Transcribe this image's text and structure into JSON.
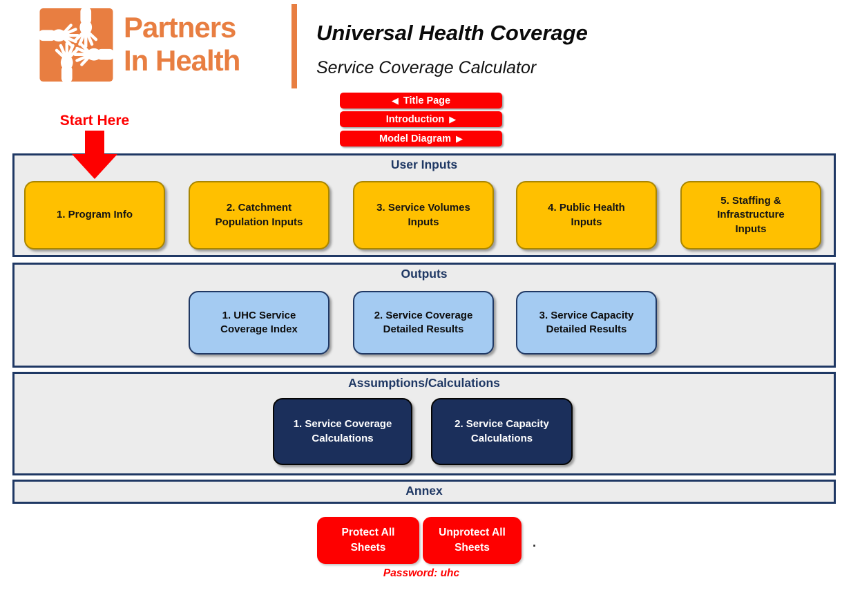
{
  "header": {
    "brand": {
      "line1": "Partners",
      "line2": "In Health"
    },
    "title": "Universal Health Coverage",
    "subtitle": "Service Coverage Calculator"
  },
  "nav": {
    "items": [
      {
        "label": "Title Page",
        "icon_left": "◀"
      },
      {
        "label": "Introduction",
        "icon_right": "▶"
      },
      {
        "label": "Model Diagram",
        "icon_right": "▶"
      }
    ]
  },
  "start_here": {
    "label": "Start Here"
  },
  "sections": {
    "user_inputs": {
      "title": "User Inputs",
      "buttons": [
        {
          "label": "1. Program Info"
        },
        {
          "label": "2. Catchment\nPopulation Inputs"
        },
        {
          "label": "3. Service Volumes\nInputs"
        },
        {
          "label": "4. Public Health\nInputs"
        },
        {
          "label": "5. Staffing &\nInfrastructure\nInputs"
        }
      ]
    },
    "outputs": {
      "title": "Outputs",
      "buttons": [
        {
          "label": "1. UHC Service\nCoverage Index"
        },
        {
          "label": "2. Service Coverage\nDetailed Results"
        },
        {
          "label": "3. Service Capacity\nDetailed Results"
        }
      ]
    },
    "assumptions": {
      "title": "Assumptions/Calculations",
      "buttons": [
        {
          "label": "1. Service Coverage\nCalculations"
        },
        {
          "label": "2. Service Capacity\nCalculations"
        }
      ]
    },
    "annex": {
      "title": "Annex"
    }
  },
  "footer": {
    "protect_label": "Protect All\nSheets",
    "unprotect_label": "Unprotect All\nSheets",
    "dot": ".",
    "password_note": "Password: uhc"
  },
  "colors": {
    "brand_orange": "#E87E41",
    "button_red": "#FE0000",
    "navy": "#1F3864",
    "gold": "#FFC000",
    "gold_border": "#A98600",
    "light_blue": "#A4CBF2",
    "dark_navy_button": "#1B2F5B",
    "section_bg": "#ECECEC"
  }
}
